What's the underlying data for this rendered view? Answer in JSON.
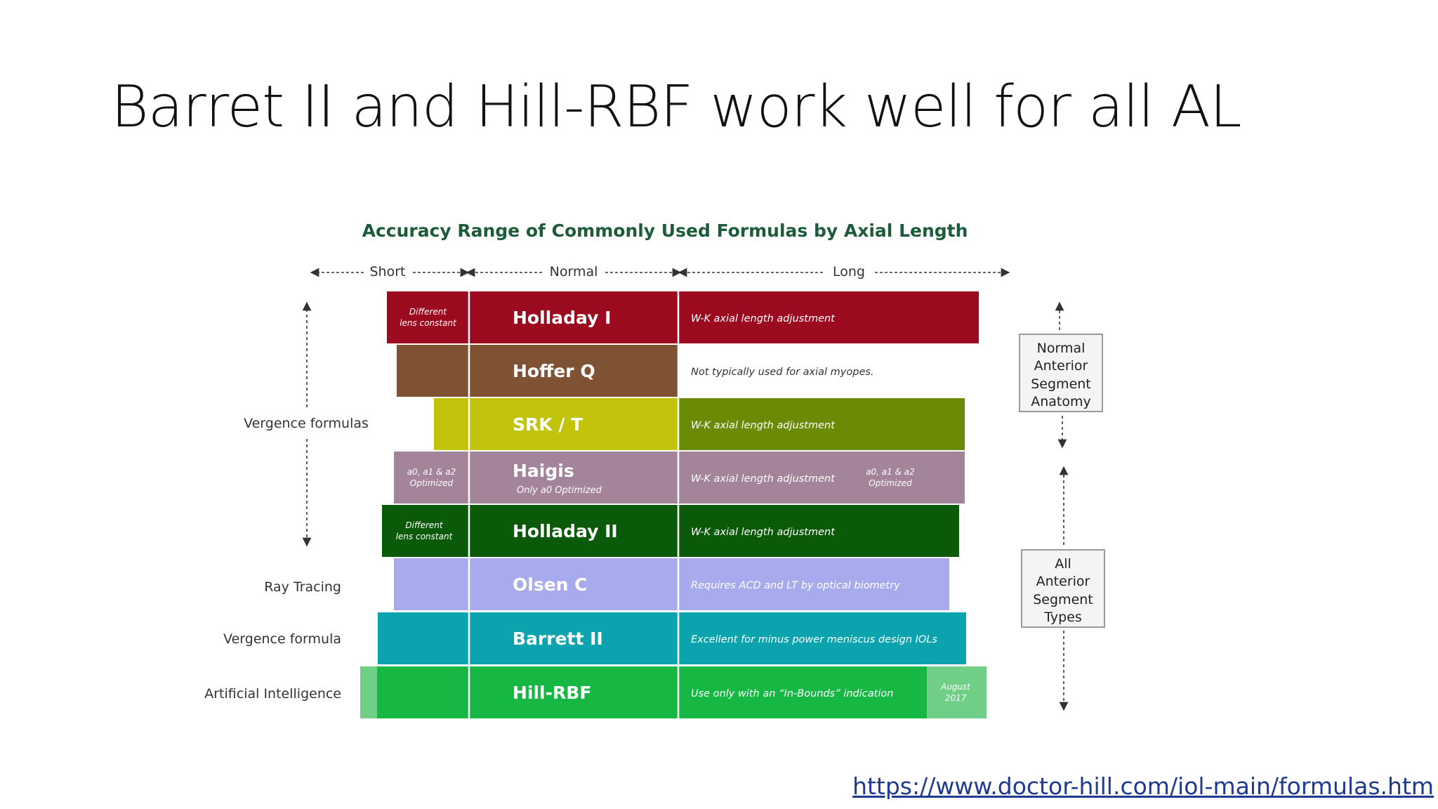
{
  "slide": {
    "title": "Barret II and Hill-RBF work well for all AL",
    "source_link": "https://www.doctor-hill.com/iol-main/formulas.htm"
  },
  "diagram": {
    "title": "Accuracy Range of Commonly Used Formulas by Axial Length",
    "ranges": [
      "Short",
      "Normal",
      "Long"
    ],
    "side_groups": [
      {
        "label": "Vergence formulas"
      },
      {
        "label": "Ray Tracing"
      },
      {
        "label": "Vergence formula"
      },
      {
        "label": "Artificial Intelligence"
      }
    ],
    "formulas": [
      {
        "name": "Holladay I",
        "sub": "",
        "short_note": [
          "Different",
          "lens constant"
        ],
        "note": "W-K axial length adjustment",
        "right_note": [],
        "left_color": "#9b0a1e",
        "mid_color": "#9b0a1e",
        "right_color": "#9b0a1e",
        "note_color": "#ffffff"
      },
      {
        "name": "Hoffer Q",
        "sub": "",
        "short_note": [],
        "note": "Not typically used for axial myopes.",
        "right_note": [],
        "left_color": "#7f5234",
        "mid_color": "#7f5234",
        "right_color": "#ffffff",
        "note_color": "#333333"
      },
      {
        "name": "SRK / T",
        "sub": "",
        "short_note": [],
        "note": "W-K axial length adjustment",
        "right_note": [],
        "left_color": "#c1c40a",
        "mid_color": "#c1c40a",
        "right_color": "#6b8a06",
        "note_color": "#ffffff"
      },
      {
        "name": "Haigis",
        "sub": "Only a0 Optimized",
        "short_note": [
          "a0, a1 & a2",
          "Optimized"
        ],
        "note": "W-K axial length adjustment",
        "right_note": [
          "a0, a1 & a2",
          "Optimized"
        ],
        "left_color": "#a3849b",
        "mid_color": "#a3849b",
        "right_color": "#a3849b",
        "note_color": "#ffffff"
      },
      {
        "name": "Holladay II",
        "sub": "",
        "short_note": [
          "Different",
          "lens constant"
        ],
        "note": "W-K axial length adjustment",
        "right_note": [],
        "left_color": "#0a5a0a",
        "mid_color": "#0a5a0a",
        "right_color": "#0a5a0a",
        "note_color": "#ffffff"
      },
      {
        "name": "Olsen C",
        "sub": "",
        "short_note": [],
        "note": "Requires ACD and LT by optical biometry",
        "right_note": [],
        "left_color": "#a8aaee",
        "mid_color": "#a8aaee",
        "right_color": "#a8aaee",
        "note_color": "#ffffff"
      },
      {
        "name": "Barrett II",
        "sub": "",
        "short_note": [],
        "note": "Excellent for minus power meniscus design IOLs",
        "right_note": [],
        "left_color": "#0ba3ae",
        "mid_color": "#0ba3ae",
        "right_color": "#0ba3ae",
        "note_color": "#ffffff"
      },
      {
        "name": "Hill-RBF",
        "sub": "",
        "short_note": [],
        "note": "Use only with an “In-Bounds” indication",
        "right_note": [
          "August",
          "2017"
        ],
        "left_color": "#16b743",
        "mid_color": "#16b743",
        "right_color": "#16b743",
        "note_color": "#ffffff"
      }
    ],
    "anatomy_boxes": [
      {
        "lines": [
          "Normal",
          "Anterior",
          "Segment",
          "Anatomy"
        ]
      },
      {
        "lines": [
          "All",
          "Anterior",
          "Segment",
          "Types"
        ]
      }
    ],
    "colors": {
      "title": "#1d5c3a",
      "arrow": "#333333",
      "box_border": "#9a9a9a",
      "box_fill": "#f4f4f4",
      "hill_edge": "#6fcf86"
    }
  }
}
